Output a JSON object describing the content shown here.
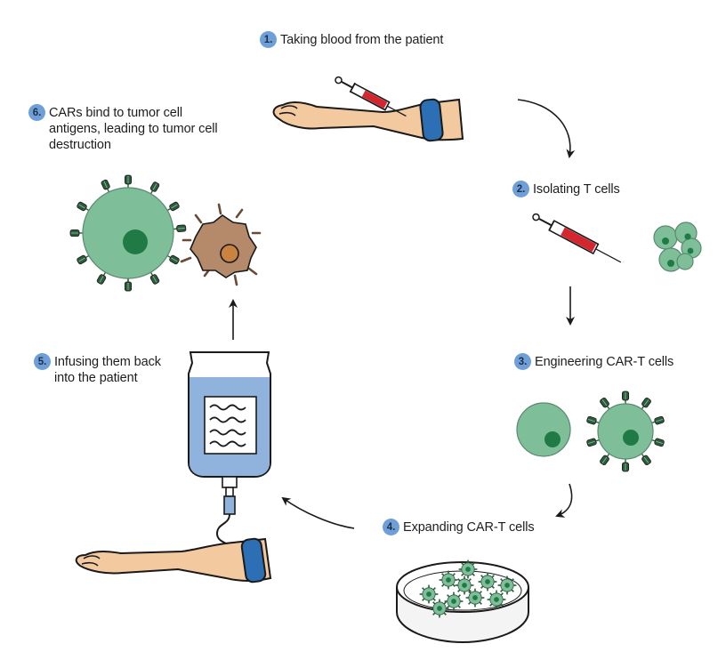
{
  "colors": {
    "badge": "#6f9fd8",
    "skin": "#f3c9a0",
    "skin_outline": "#1a1a1a",
    "cuff": "#2c6fb5",
    "cell": "#7ebf9a",
    "nucleus": "#1f7a46",
    "receptor": "#2e5a3c",
    "tumor_cell": "#b48a6a",
    "tumor_nucleus": "#c9823f",
    "blood": "#d3262e",
    "iv_fluid": "#8fb3dd"
  },
  "steps": [
    {
      "number": "1.",
      "label": "Taking blood from the patient",
      "icon": "arm-with-syringe"
    },
    {
      "number": "2.",
      "label": "Isolating T cells",
      "icon": "syringe-and-t-cells"
    },
    {
      "number": "3.",
      "label": "Engineering CAR-T cells",
      "icon": "t-cell-to-car-t-cell"
    },
    {
      "number": "4.",
      "label": "Expanding CAR-T cells",
      "icon": "petri-dish"
    },
    {
      "number": "5.",
      "label": "Infusing them back\ninto the patient",
      "icon": "iv-bag-and-arm"
    },
    {
      "number": "6.",
      "label": "CARs bind to tumor cell\nantigens, leading to tumor cell\ndestruction",
      "icon": "car-t-binding-tumor-cell"
    }
  ]
}
